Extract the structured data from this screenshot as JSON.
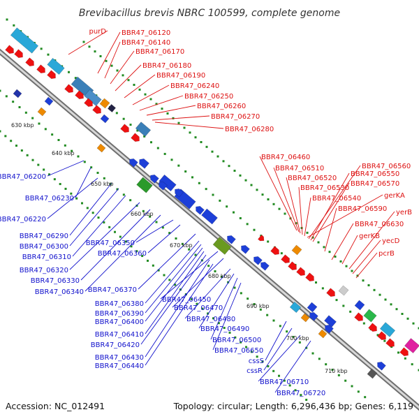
{
  "title": "Brevibacillus brevis NBRC 100599, complete genome",
  "footer": {
    "accession": "Accession: NC_012491",
    "summary": "Topology: circular; Length: 6,296,436 bp; Genes: 6,119"
  },
  "colors": {
    "forward_label": "#dd1111",
    "reverse_label": "#1111cc",
    "backbone": "#8a8a8a",
    "tick_dots": "#228b22"
  },
  "scale_marks": [
    "630 kbp",
    "640 kbp",
    "650 kbp",
    "660 kbp",
    "670 kbp",
    "680 kbp",
    "690 kbp",
    "700 kbp",
    "710 kbp"
  ],
  "forward_labels": [
    "purD",
    "BBR47_06120",
    "BBR47_06140",
    "BBR47_06170",
    "BBR47_06180",
    "BBR47_06190",
    "BBR47_06240",
    "BBR47_06250",
    "BBR47_06260",
    "BBR47_06270",
    "BBR47_06280",
    "BBR47_06460",
    "BBR47_06510",
    "BBR47_06520",
    "BBR47_06530",
    "BBR47_06540",
    "gerKA",
    "BBR47_06560",
    "BBR47_06550",
    "BBR47_06570",
    "BBR47_06590",
    "yerB",
    "BBR47_06630",
    "gerKB",
    "yecD",
    "pcrB"
  ],
  "reverse_labels": [
    "BBR47_06200",
    "BBR47_06230",
    "BBR47_06220",
    "BBR47_06290",
    "BBR47_06300",
    "BBR47_06310",
    "BBR47_06320",
    "BBR47_06330",
    "BBR47_06340",
    "BBR47_06350",
    "BBR47_06360",
    "BBR47_06370",
    "BBR47_06380",
    "BBR47_06390",
    "BBR47_06400",
    "BBR47_06410",
    "BBR47_06420",
    "BBR47_06430",
    "BBR47_06440",
    "BBR47_06450",
    "BBR47_06470",
    "BBR47_06480",
    "BBR47_06490",
    "BBR47_06500",
    "BBR47_06650",
    "cssS",
    "cssR",
    "BBR47_06710",
    "BBR47_06720"
  ]
}
